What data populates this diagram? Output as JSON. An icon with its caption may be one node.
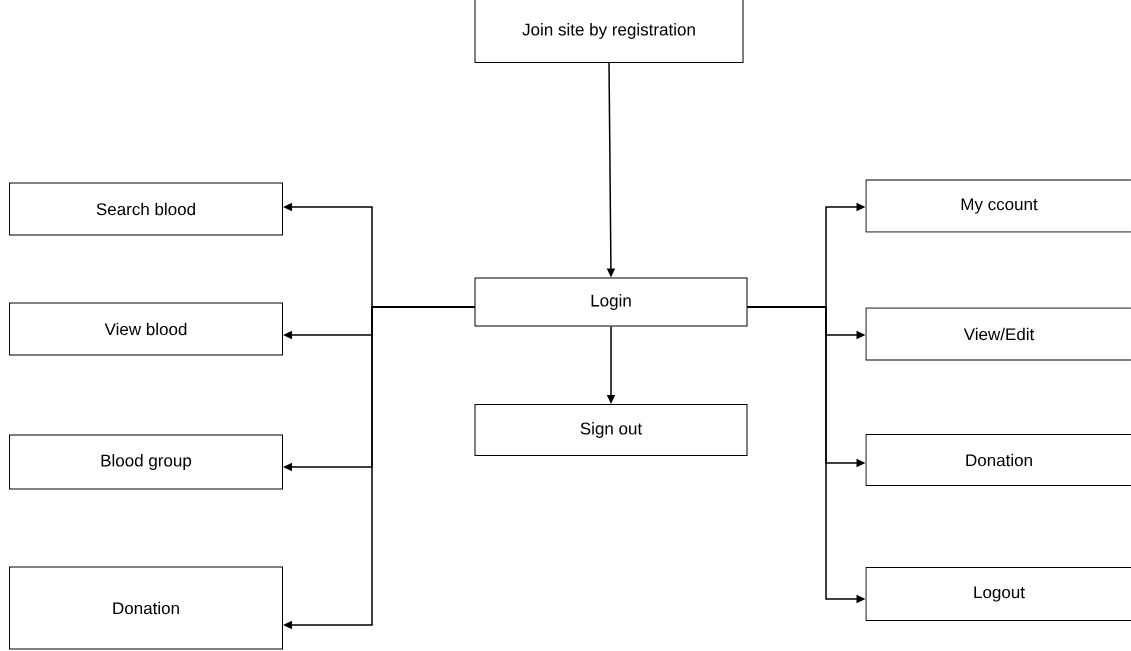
{
  "diagram": {
    "nodes": [
      {
        "text": [
          "Join site by registration"
        ]
      },
      {
        "text": [
          "Search blood"
        ]
      },
      {
        "text": [
          "Login"
        ]
      },
      {
        "text": [
          "My ccount"
        ]
      },
      {
        "text": [
          "View blood"
        ]
      },
      {
        "text": [
          "View/Edit"
        ]
      },
      {
        "text": [
          "Sign out"
        ]
      },
      {
        "text": [
          "Blood group"
        ]
      },
      {
        "text": [
          "Donation"
        ]
      },
      {
        "text": [
          "Donation"
        ]
      },
      {
        "text": [
          "Logout"
        ]
      }
    ],
    "edges": [
      {
        "from": 0,
        "to": 2,
        "arrow": "to"
      },
      {
        "from": 2,
        "to": 6,
        "arrow": "to"
      },
      {
        "from": 2,
        "to": 1,
        "arrow": "to"
      },
      {
        "from": 2,
        "to": 4,
        "arrow": "to"
      },
      {
        "from": 2,
        "to": 7,
        "arrow": "to"
      },
      {
        "from": 2,
        "to": 9,
        "arrow": "to"
      },
      {
        "from": 2,
        "to": 3,
        "arrow": "to"
      },
      {
        "from": 2,
        "to": 5,
        "arrow": "to"
      },
      {
        "from": 2,
        "to": 8,
        "arrow": "to"
      },
      {
        "from": 2,
        "to": 10,
        "arrow": "to"
      }
    ]
  }
}
